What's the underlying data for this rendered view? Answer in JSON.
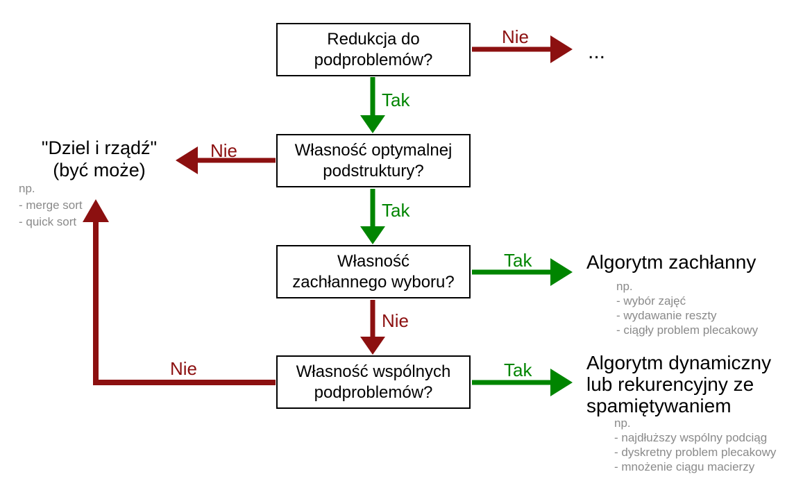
{
  "colors": {
    "yes": "#008500",
    "no": "#8c1010",
    "note": "#8a8a8a",
    "border": "#000000"
  },
  "labels": {
    "yes": "Tak",
    "no": "Nie"
  },
  "boxes": [
    {
      "lines": [
        "Redukcja do",
        "podproblemów?"
      ]
    },
    {
      "lines": [
        "Własność optymalnej",
        "podstruktury?"
      ]
    },
    {
      "lines": [
        "Własność",
        "zachłannego wyboru?"
      ]
    },
    {
      "lines": [
        "Własność wspólnych",
        "podproblemów?"
      ]
    }
  ],
  "outcomes": {
    "ellipsis": "...",
    "divide": {
      "title_lines": [
        "\"Dziel i rządź\"",
        "(być może)"
      ],
      "notes": [
        "np.",
        "- merge sort",
        "- quick sort"
      ]
    },
    "greedy": {
      "title": "Algorytm zachłanny",
      "notes": [
        "np.",
        "- wybór zajęć",
        "- wydawanie reszty",
        "- ciągły problem plecakowy"
      ]
    },
    "dynamic": {
      "title_lines": [
        "Algorytm dynamiczny",
        "lub rekurencyjny ze",
        "spamiętywaniem"
      ],
      "notes": [
        "np.",
        "- najdłuższy wspólny podciąg",
        "- dyskretny problem plecakowy",
        "- mnożenie ciągu macierzy"
      ]
    }
  }
}
